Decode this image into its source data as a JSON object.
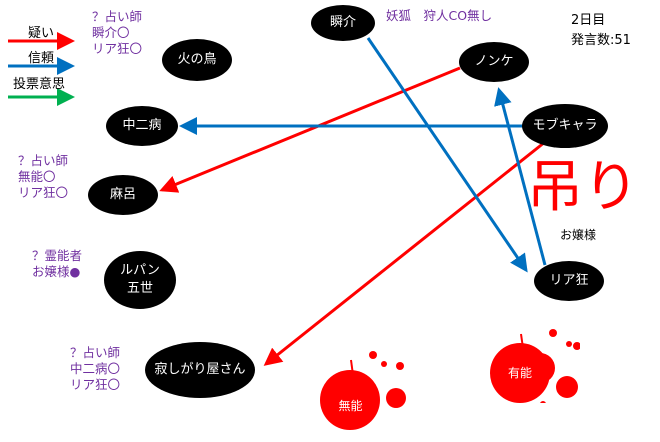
{
  "legend": {
    "doubt": "疑い",
    "trust": "信頼",
    "vote": "投票意思"
  },
  "colors": {
    "doubt": "#ff0000",
    "trust": "#0070c0",
    "vote": "#00b050",
    "note": "#7030a0"
  },
  "info": {
    "day": "2日目",
    "posts": "発言数:51"
  },
  "hanging": {
    "label": "吊り",
    "target": "お嬢様"
  },
  "nodes": {
    "hinotori": "火の鳥",
    "chuunibyou": "中二病",
    "maro": "麻呂",
    "lupin": "ルパン\n五世",
    "sabishigari": "寂しがり屋さん",
    "shunsuke": "瞬介",
    "nonke": "ノンケ",
    "mobchara": "モブキャラ",
    "riakyou": "リア狂"
  },
  "notes": {
    "hinotori": "？占い師\n瞬介〇\nリア狂〇",
    "maro": "？占い師\n無能〇\nリア狂〇",
    "lupin": "？霊能者\nお嬢様●",
    "sabishigari": "？占い師\n中二病〇\nリア狂〇",
    "shunsuke": "妖狐　狩人CO無し"
  },
  "dead": {
    "muno": "無能",
    "yuno": "有能"
  }
}
